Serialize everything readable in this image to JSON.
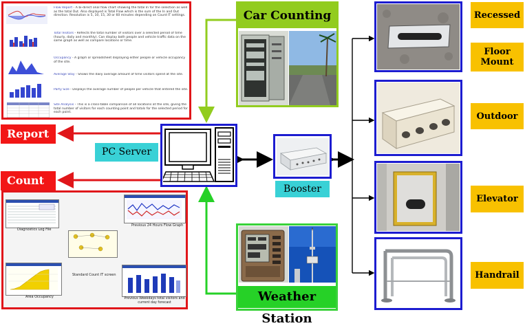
{
  "labels": {
    "car_counting": "Car Counting",
    "report_it": "Report IT",
    "count_it": "Count IT",
    "pc_server": "PC Server",
    "booster": "Booster",
    "weather_station": "Weather Station"
  },
  "mounts": [
    {
      "name": "Recessed"
    },
    {
      "name": "Floor Mount"
    },
    {
      "name": "Outdoor"
    },
    {
      "name": "Elevator"
    },
    {
      "name": "Handrail"
    }
  ],
  "report_panel": {
    "items": [
      {
        "head": "Flow Report",
        "text": "- A bi-direct onal flow chart showing the total In for the selection as well as the total Out. Also displayed is Total Flow which is the sum of the In and Out direction. Resolution is 5, 10, 15, 30 or 60 minutes depending on Count IT settings."
      },
      {
        "head": "Total Visitors",
        "text": "- Reflects the total number of visitors over a selected period of time (hourly, daily and monthly). Can display both people and vehicle traffic data on the same graph as well as compare locations or time."
      },
      {
        "head": "Occupancy",
        "text": "- A graph or spreadsheet displaying either people or vehicle occupancy of the site."
      },
      {
        "head": "Average Stay",
        "text": "- Shows the daily average amount of time visitors spend at the site."
      },
      {
        "head": "Party Size",
        "text": "- Displays the average number of people per vehicle that entered the site."
      },
      {
        "head": "Site Analysis",
        "text": "- This is a cross-table comparison of all locations at the site, giving the total number of visitors for each counting point and totals for the selected period for each point."
      }
    ]
  },
  "count_panel": {
    "captions": {
      "log": "Diagnostics Log File",
      "flow": "Previous 24 Hours Flow Graph",
      "std": "Standard Count IT screen",
      "occ": "Area Occupancy",
      "weekdays": "Previous Weekdays total visitors and current day forecast"
    }
  },
  "colors": {
    "red": "#e0161a",
    "blue": "#1c1cd0",
    "green": "#39d23a",
    "lime": "#92cc1f",
    "cyan": "#39d1d6",
    "orange": "#f8c100"
  }
}
